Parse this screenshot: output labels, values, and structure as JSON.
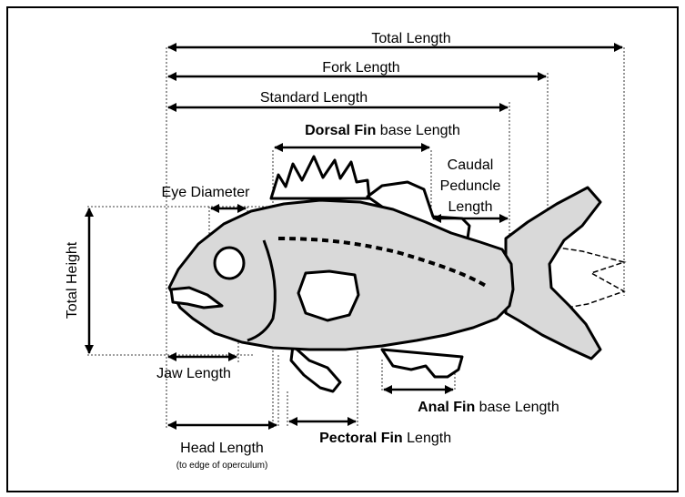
{
  "labels": {
    "total_length": "Total Length",
    "fork_length": "Fork Length",
    "standard_length": "Standard Length",
    "dorsal_fin_bold": "Dorsal Fin",
    "dorsal_fin_rest": " base Length",
    "caudal_line1": "Caudal",
    "caudal_line2": "Peduncle",
    "caudal_line3": "Length",
    "eye_diameter": "Eye Diameter",
    "total_height": "Total Height",
    "jaw_length": "Jaw Length",
    "anal_fin_bold": "Anal Fin",
    "anal_fin_rest": " base Length",
    "pectoral_fin_bold": "Pectoral Fin",
    "pectoral_fin_rest": " Length",
    "head_length": "Head Length",
    "head_length_note": "(to edge of operculum)"
  },
  "colors": {
    "body_fill": "#d9d9d9",
    "outline": "#000000",
    "background": "#ffffff"
  }
}
